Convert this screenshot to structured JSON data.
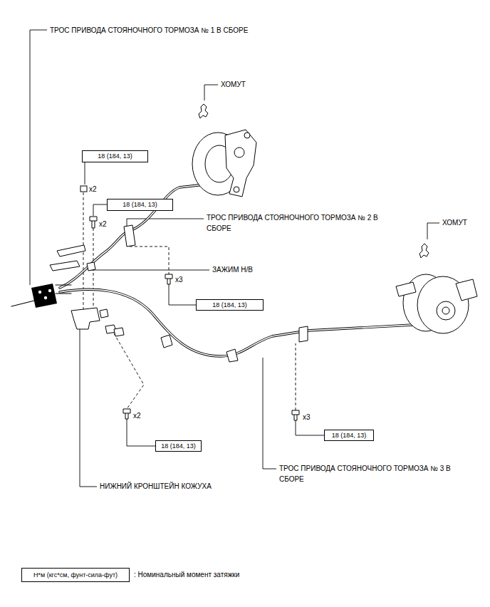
{
  "diagram": {
    "nodes": [
      {
        "text": [
          "18 (184, 13)"
        ]
      },
      {
        "text": [
          "18 (184, 13)"
        ]
      },
      {
        "text": [
          "18 (184, 13)"
        ]
      },
      {
        "text": [
          "18 (184, 13)"
        ]
      },
      {
        "text": [
          "18 (184, 13)"
        ]
      },
      {
        "text": [
          "Н*м (кгс*см, фунт-сила-фут)"
        ]
      }
    ],
    "labels": [
      "ТРОС ПРИВОДА СТОЯНОЧНОГО ТОРМОЗА № 1 В СБОРЕ",
      "ХОМУТ",
      "x2",
      "x2",
      "ТРОС ПРИВОДА СТОЯНОЧНОГО ТОРМОЗА № 2 В СБОРЕ",
      "ХОМУТ",
      "ЗАЖИМ Н/В",
      "x3",
      "x2",
      "x3",
      "ТРОС ПРИВОДА СТОЯНОЧНОГО ТОРМОЗА № 3 В СБОРЕ",
      "НИЖНИЙ КРОНШТЕЙН КОЖУХА",
      ": Номинальный момент затяжки"
    ]
  }
}
